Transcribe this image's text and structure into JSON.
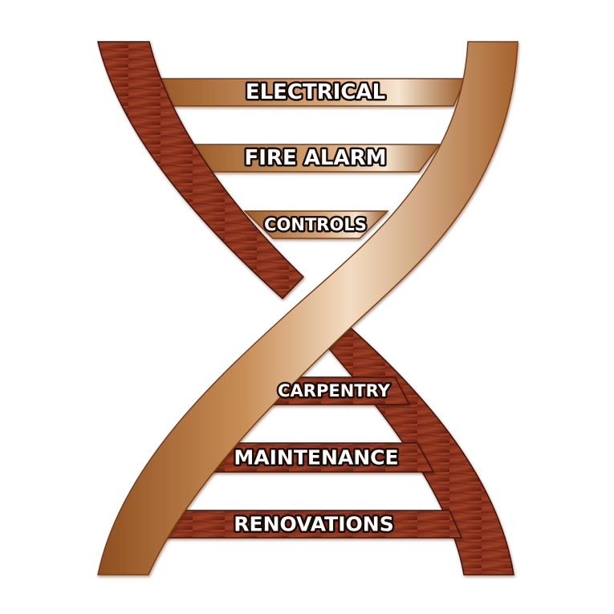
{
  "rungs": [
    {
      "label": "ELECTRICAL",
      "group": "upper"
    },
    {
      "label": "FIRE ALARM",
      "group": "upper"
    },
    {
      "label": "CONTROLS",
      "group": "upper"
    },
    {
      "label": "CARPENTRY",
      "group": "lower"
    },
    {
      "label": "MAINTENANCE",
      "group": "lower"
    },
    {
      "label": "RENOVATIONS",
      "group": "lower"
    }
  ],
  "colors": {
    "wood_dark": "#5e1d10",
    "wood_mid": "#8a3220",
    "wood_light": "#a8492c",
    "copper_dark": "#9a5a28",
    "copper_mid": "#d8a878",
    "copper_light": "#f6e6d2",
    "label_fill": "#ffffff",
    "label_outline": "#1a0c06"
  }
}
